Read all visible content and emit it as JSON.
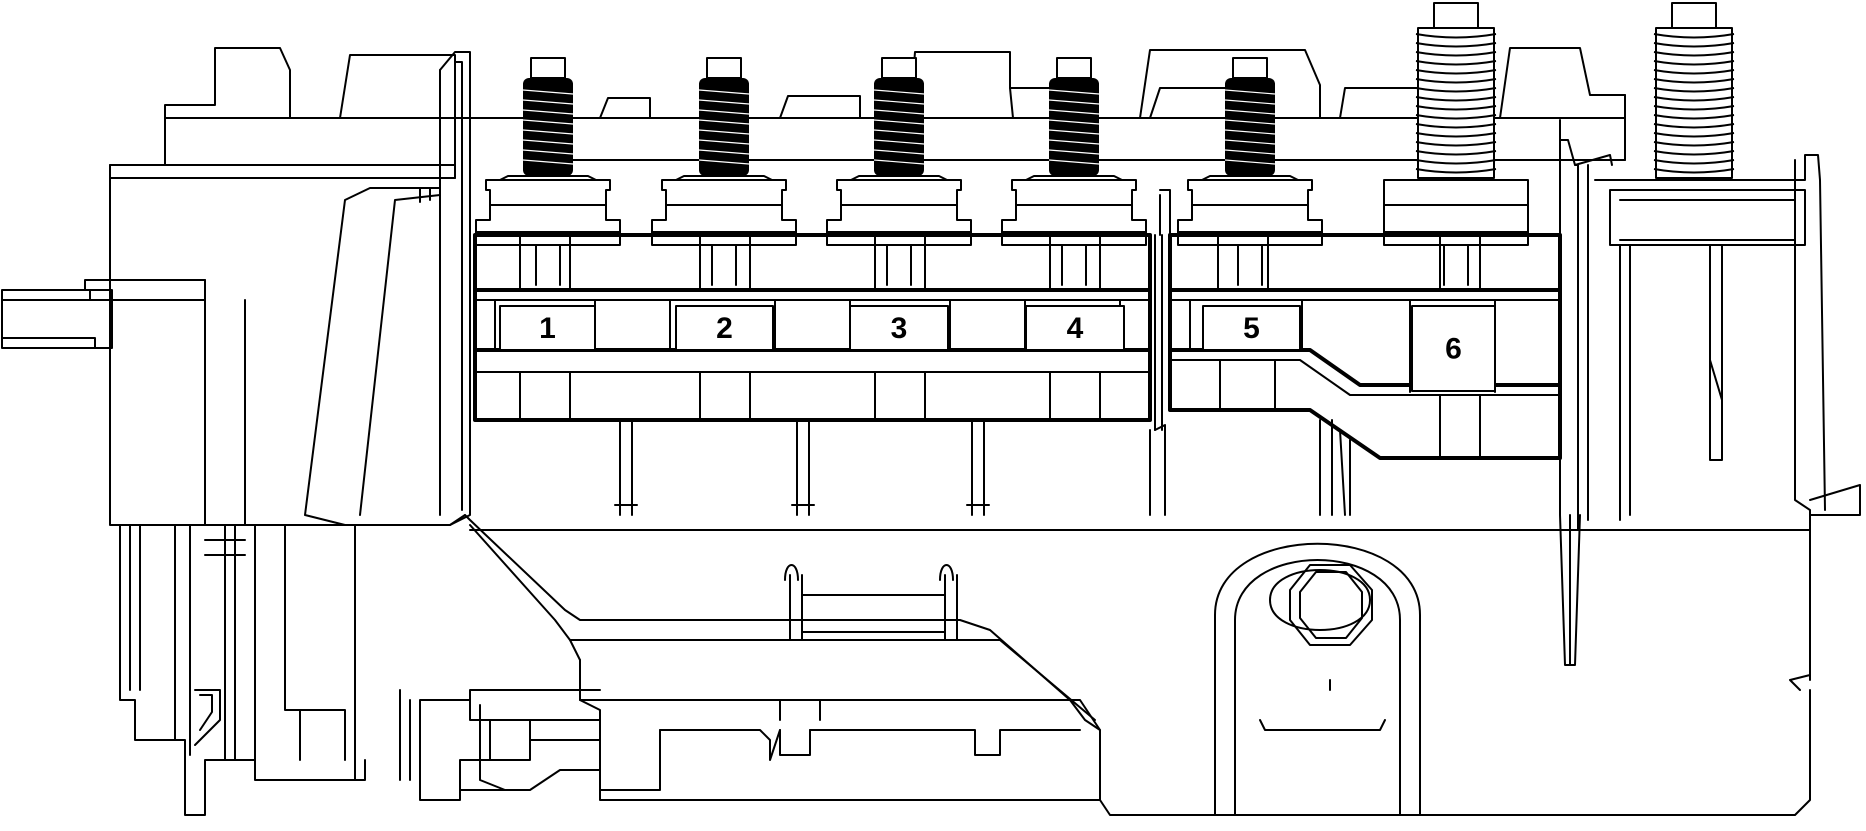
{
  "diagram": {
    "terminals": [
      {
        "label": "1"
      },
      {
        "label": "2"
      },
      {
        "label": "3"
      },
      {
        "label": "4"
      },
      {
        "label": "5"
      },
      {
        "label": "6"
      }
    ],
    "colors": {
      "stroke": "#000000",
      "background": "#ffffff"
    }
  }
}
